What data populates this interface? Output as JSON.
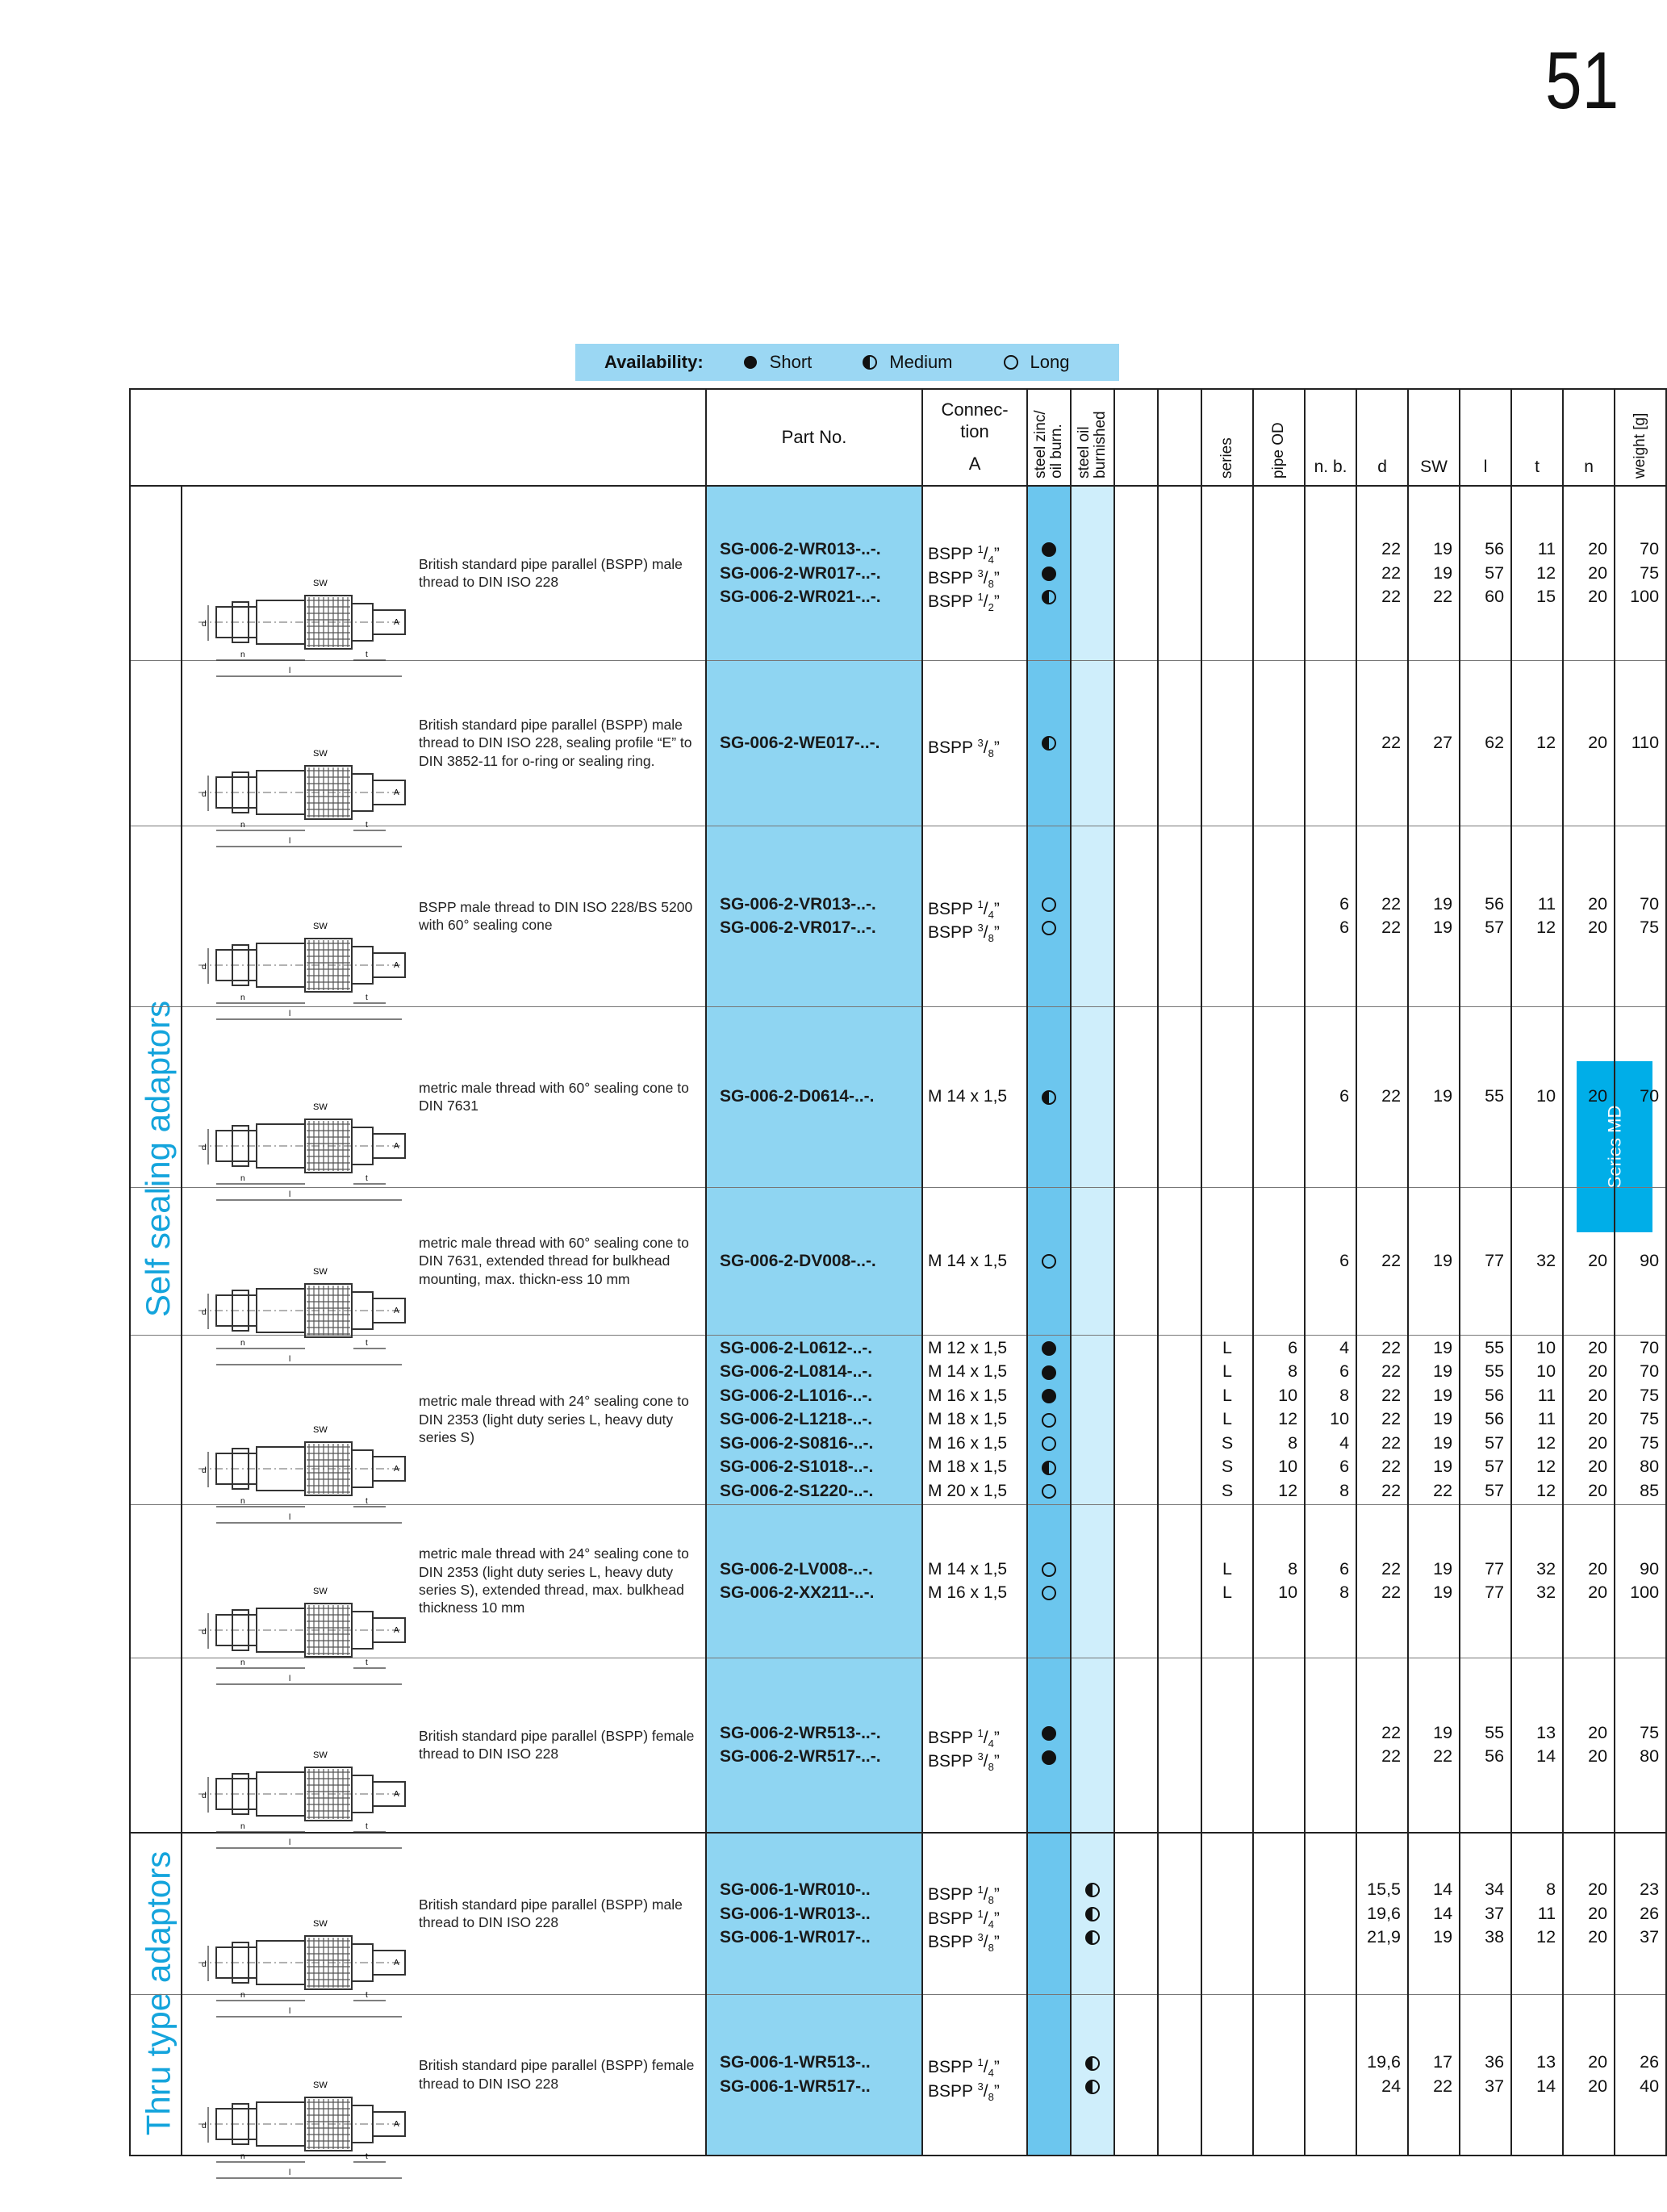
{
  "page_number": "51",
  "availability": {
    "label": "Availability:",
    "short": "Short",
    "medium": "Medium",
    "long": "Long"
  },
  "side_tab": "Series MD",
  "group_labels": {
    "self_sealing": "Self sealing adaptors",
    "thru_type": "Thru type adaptors"
  },
  "headers": {
    "part_no": "Part No.",
    "connection_line1": "Connec-",
    "connection_line2": "tion",
    "connection_line3": "A",
    "steel_zinc_1": "steel zinc/",
    "steel_zinc_2": "oil burn.",
    "steel_oil_1": "steel oil",
    "steel_oil_2": "burnished",
    "series": "series",
    "pipe_od": "pipe OD",
    "nb": "n. b.",
    "d": "d",
    "sw": "SW",
    "l": "l",
    "t": "t",
    "n": "n",
    "weight": "weight [g]"
  },
  "rows": [
    {
      "description": "British standard pipe parallel (BSPP) male thread to DIN ISO 228",
      "parts": [
        "SG-006-2-WR013-..-.",
        "SG-006-2-WR017-..-.",
        "SG-006-2-WR021-..-."
      ],
      "connection": [
        [
          "BSPP ",
          "1",
          "4",
          "”"
        ],
        [
          "BSPP ",
          "3",
          "8",
          "”"
        ],
        [
          "BSPP ",
          "1",
          "2",
          "”"
        ]
      ],
      "zinc": [
        "full",
        "full",
        "half"
      ],
      "oil": [
        "",
        "",
        ""
      ],
      "series": [
        "",
        "",
        ""
      ],
      "pipe_od": [
        "",
        "",
        ""
      ],
      "nb": [
        "",
        "",
        ""
      ],
      "d": [
        "22",
        "22",
        "22"
      ],
      "sw": [
        "19",
        "19",
        "22"
      ],
      "l": [
        "56",
        "57",
        "60"
      ],
      "t": [
        "11",
        "12",
        "15"
      ],
      "n": [
        "20",
        "20",
        "20"
      ],
      "weight": [
        "70",
        "75",
        "100"
      ]
    },
    {
      "description": "British standard pipe parallel (BSPP) male thread to DIN ISO 228, sealing profile “E” to DIN 3852-11 for o-ring or sealing ring.",
      "parts": [
        "SG-006-2-WE017-..-."
      ],
      "connection": [
        [
          "BSPP ",
          "3",
          "8",
          "”"
        ]
      ],
      "zinc": [
        "half"
      ],
      "oil": [
        ""
      ],
      "series": [
        ""
      ],
      "pipe_od": [
        ""
      ],
      "nb": [
        ""
      ],
      "d": [
        "22"
      ],
      "sw": [
        "27"
      ],
      "l": [
        "62"
      ],
      "t": [
        "12"
      ],
      "n": [
        "20"
      ],
      "weight": [
        "110"
      ]
    },
    {
      "description": "BSPP male thread to DIN ISO 228/BS 5200 with 60° sealing cone",
      "parts": [
        "SG-006-2-VR013-..-.",
        "SG-006-2-VR017-..-."
      ],
      "connection": [
        [
          "BSPP ",
          "1",
          "4",
          "”"
        ],
        [
          "BSPP ",
          "3",
          "8",
          "”"
        ]
      ],
      "zinc": [
        "empty",
        "empty"
      ],
      "oil": [
        "",
        ""
      ],
      "series": [
        "",
        ""
      ],
      "pipe_od": [
        "",
        ""
      ],
      "nb": [
        "6",
        "6"
      ],
      "d": [
        "22",
        "22"
      ],
      "sw": [
        "19",
        "19"
      ],
      "l": [
        "56",
        "57"
      ],
      "t": [
        "11",
        "12"
      ],
      "n": [
        "20",
        "20"
      ],
      "weight": [
        "70",
        "75"
      ]
    },
    {
      "description": "metric male thread with 60° sealing cone to DIN 7631",
      "parts": [
        "SG-006-2-D0614-..-."
      ],
      "connection": [
        [
          "M 14 x 1,5",
          "",
          "",
          ""
        ]
      ],
      "zinc": [
        "half"
      ],
      "oil": [
        ""
      ],
      "series": [
        ""
      ],
      "pipe_od": [
        ""
      ],
      "nb": [
        "6"
      ],
      "d": [
        "22"
      ],
      "sw": [
        "19"
      ],
      "l": [
        "55"
      ],
      "t": [
        "10"
      ],
      "n": [
        "20"
      ],
      "weight": [
        "70"
      ]
    },
    {
      "description": "metric male thread with 60° sealing cone to DIN 7631, extended thread for bulkhead mounting, max. thickn-ess 10 mm",
      "parts": [
        "SG-006-2-DV008-..-."
      ],
      "connection": [
        [
          "M 14 x 1,5",
          "",
          "",
          ""
        ]
      ],
      "zinc": [
        "empty"
      ],
      "oil": [
        ""
      ],
      "series": [
        ""
      ],
      "pipe_od": [
        ""
      ],
      "nb": [
        "6"
      ],
      "d": [
        "22"
      ],
      "sw": [
        "19"
      ],
      "l": [
        "77"
      ],
      "t": [
        "32"
      ],
      "n": [
        "20"
      ],
      "weight": [
        "90"
      ]
    },
    {
      "description": "metric male thread with 24° sealing cone to DIN 2353 (light duty series L, heavy duty series S)",
      "parts": [
        "SG-006-2-L0612-..-.",
        "SG-006-2-L0814-..-.",
        "SG-006-2-L1016-..-.",
        "SG-006-2-L1218-..-.",
        "SG-006-2-S0816-..-.",
        "SG-006-2-S1018-..-.",
        "SG-006-2-S1220-..-."
      ],
      "connection": [
        [
          "M 12 x 1,5",
          "",
          "",
          ""
        ],
        [
          "M 14 x 1,5",
          "",
          "",
          ""
        ],
        [
          "M 16 x 1,5",
          "",
          "",
          ""
        ],
        [
          "M 18 x 1,5",
          "",
          "",
          ""
        ],
        [
          "M 16 x 1,5",
          "",
          "",
          ""
        ],
        [
          "M 18 x 1,5",
          "",
          "",
          ""
        ],
        [
          "M 20 x 1,5",
          "",
          "",
          ""
        ]
      ],
      "zinc": [
        "full",
        "full",
        "full",
        "empty",
        "empty",
        "half",
        "empty"
      ],
      "oil": [
        "",
        "",
        "",
        "",
        "",
        "",
        ""
      ],
      "series": [
        "L",
        "L",
        "L",
        "L",
        "S",
        "S",
        "S"
      ],
      "pipe_od": [
        "6",
        "8",
        "10",
        "12",
        "8",
        "10",
        "12"
      ],
      "nb": [
        "4",
        "6",
        "8",
        "10",
        "4",
        "6",
        "8"
      ],
      "d": [
        "22",
        "22",
        "22",
        "22",
        "22",
        "22",
        "22"
      ],
      "sw": [
        "19",
        "19",
        "19",
        "19",
        "19",
        "19",
        "22"
      ],
      "l": [
        "55",
        "55",
        "56",
        "56",
        "57",
        "57",
        "57"
      ],
      "t": [
        "10",
        "10",
        "11",
        "11",
        "12",
        "12",
        "12"
      ],
      "n": [
        "20",
        "20",
        "20",
        "20",
        "20",
        "20",
        "20"
      ],
      "weight": [
        "70",
        "70",
        "75",
        "75",
        "75",
        "80",
        "85"
      ]
    },
    {
      "description": "metric male thread with 24° sealing cone to DIN 2353 (light duty series L, heavy duty series S), extended thread, max. bulkhead thickness 10 mm",
      "parts": [
        "SG-006-2-LV008-..-.",
        "SG-006-2-XX211-..-."
      ],
      "connection": [
        [
          "M 14 x 1,5",
          "",
          "",
          ""
        ],
        [
          "M 16 x 1,5",
          "",
          "",
          ""
        ]
      ],
      "zinc": [
        "empty",
        "empty"
      ],
      "oil": [
        "",
        ""
      ],
      "series": [
        "L",
        "L"
      ],
      "pipe_od": [
        "8",
        "10"
      ],
      "nb": [
        "6",
        "8"
      ],
      "d": [
        "22",
        "22"
      ],
      "sw": [
        "19",
        "19"
      ],
      "l": [
        "77",
        "77"
      ],
      "t": [
        "32",
        "32"
      ],
      "n": [
        "20",
        "20"
      ],
      "weight": [
        "90",
        "100"
      ]
    },
    {
      "description": "British standard pipe parallel (BSPP) female thread to DIN ISO 228",
      "parts": [
        "SG-006-2-WR513-..-.",
        "SG-006-2-WR517-..-."
      ],
      "connection": [
        [
          "BSPP ",
          "1",
          "4",
          "”"
        ],
        [
          "BSPP ",
          "3",
          "8",
          "”"
        ]
      ],
      "zinc": [
        "full",
        "full"
      ],
      "oil": [
        "",
        ""
      ],
      "series": [
        "",
        ""
      ],
      "pipe_od": [
        "",
        ""
      ],
      "nb": [
        "",
        ""
      ],
      "d": [
        "22",
        "22"
      ],
      "sw": [
        "19",
        "22"
      ],
      "l": [
        "55",
        "56"
      ],
      "t": [
        "13",
        "14"
      ],
      "n": [
        "20",
        "20"
      ],
      "weight": [
        "75",
        "80"
      ]
    },
    {
      "description": "British standard pipe parallel (BSPP) male thread to DIN ISO 228",
      "parts": [
        "SG-006-1-WR010-..",
        "SG-006-1-WR013-..",
        "SG-006-1-WR017-.."
      ],
      "connection": [
        [
          "BSPP ",
          "1",
          "8",
          "”"
        ],
        [
          "BSPP ",
          "1",
          "4",
          "”"
        ],
        [
          "BSPP ",
          "3",
          "8",
          "”"
        ]
      ],
      "zinc": [
        "",
        "",
        ""
      ],
      "oil": [
        "half",
        "half",
        "half"
      ],
      "series": [
        "",
        "",
        ""
      ],
      "pipe_od": [
        "",
        "",
        ""
      ],
      "nb": [
        "",
        "",
        ""
      ],
      "d": [
        "15,5",
        "19,6",
        "21,9"
      ],
      "sw": [
        "14",
        "14",
        "19"
      ],
      "l": [
        "34",
        "37",
        "38"
      ],
      "t": [
        "8",
        "11",
        "12"
      ],
      "n": [
        "20",
        "20",
        "20"
      ],
      "weight": [
        "23",
        "26",
        "37"
      ]
    },
    {
      "description": "British standard pipe parallel (BSPP) female thread to DIN ISO 228",
      "parts": [
        "SG-006-1-WR513-..",
        "SG-006-1-WR517-.."
      ],
      "connection": [
        [
          "BSPP ",
          "1",
          "4",
          "”"
        ],
        [
          "BSPP ",
          "3",
          "8",
          "”"
        ]
      ],
      "zinc": [
        "",
        ""
      ],
      "oil": [
        "half",
        "half"
      ],
      "series": [
        "",
        ""
      ],
      "pipe_od": [
        "",
        ""
      ],
      "nb": [
        "",
        ""
      ],
      "d": [
        "19,6",
        "24"
      ],
      "sw": [
        "17",
        "22"
      ],
      "l": [
        "36",
        "37"
      ],
      "t": [
        "13",
        "14"
      ],
      "n": [
        "20",
        "20"
      ],
      "weight": [
        "26",
        "40"
      ]
    }
  ]
}
